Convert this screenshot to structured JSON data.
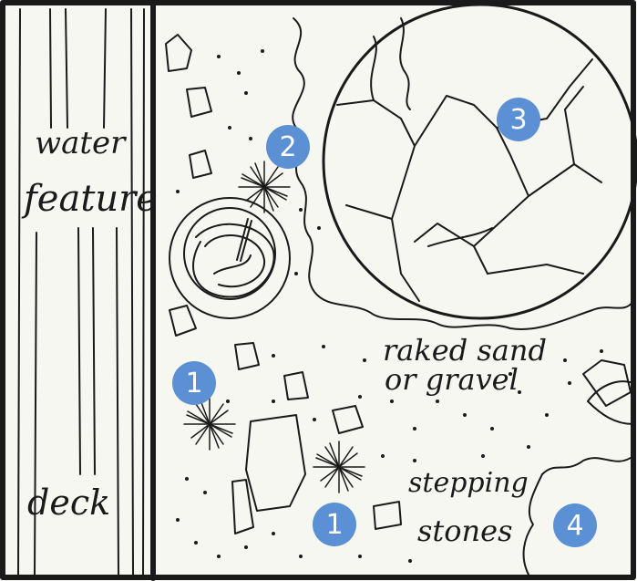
{
  "colors": {
    "paper": "#f7f7f2",
    "ink": "#1a1a1a",
    "badge": "#5b90d4"
  },
  "labels": {
    "water_feature_line1": "water",
    "water_feature_line2": "feature",
    "deck": "deck",
    "raked_line1": "raked sand",
    "raked_line2": "or gravel",
    "stepping_line1": "stepping",
    "stepping_line2": "stones"
  },
  "markers": {
    "m1_upper": "1",
    "m1_lower": "1",
    "m2": "2",
    "m3": "3",
    "m4": "4"
  }
}
